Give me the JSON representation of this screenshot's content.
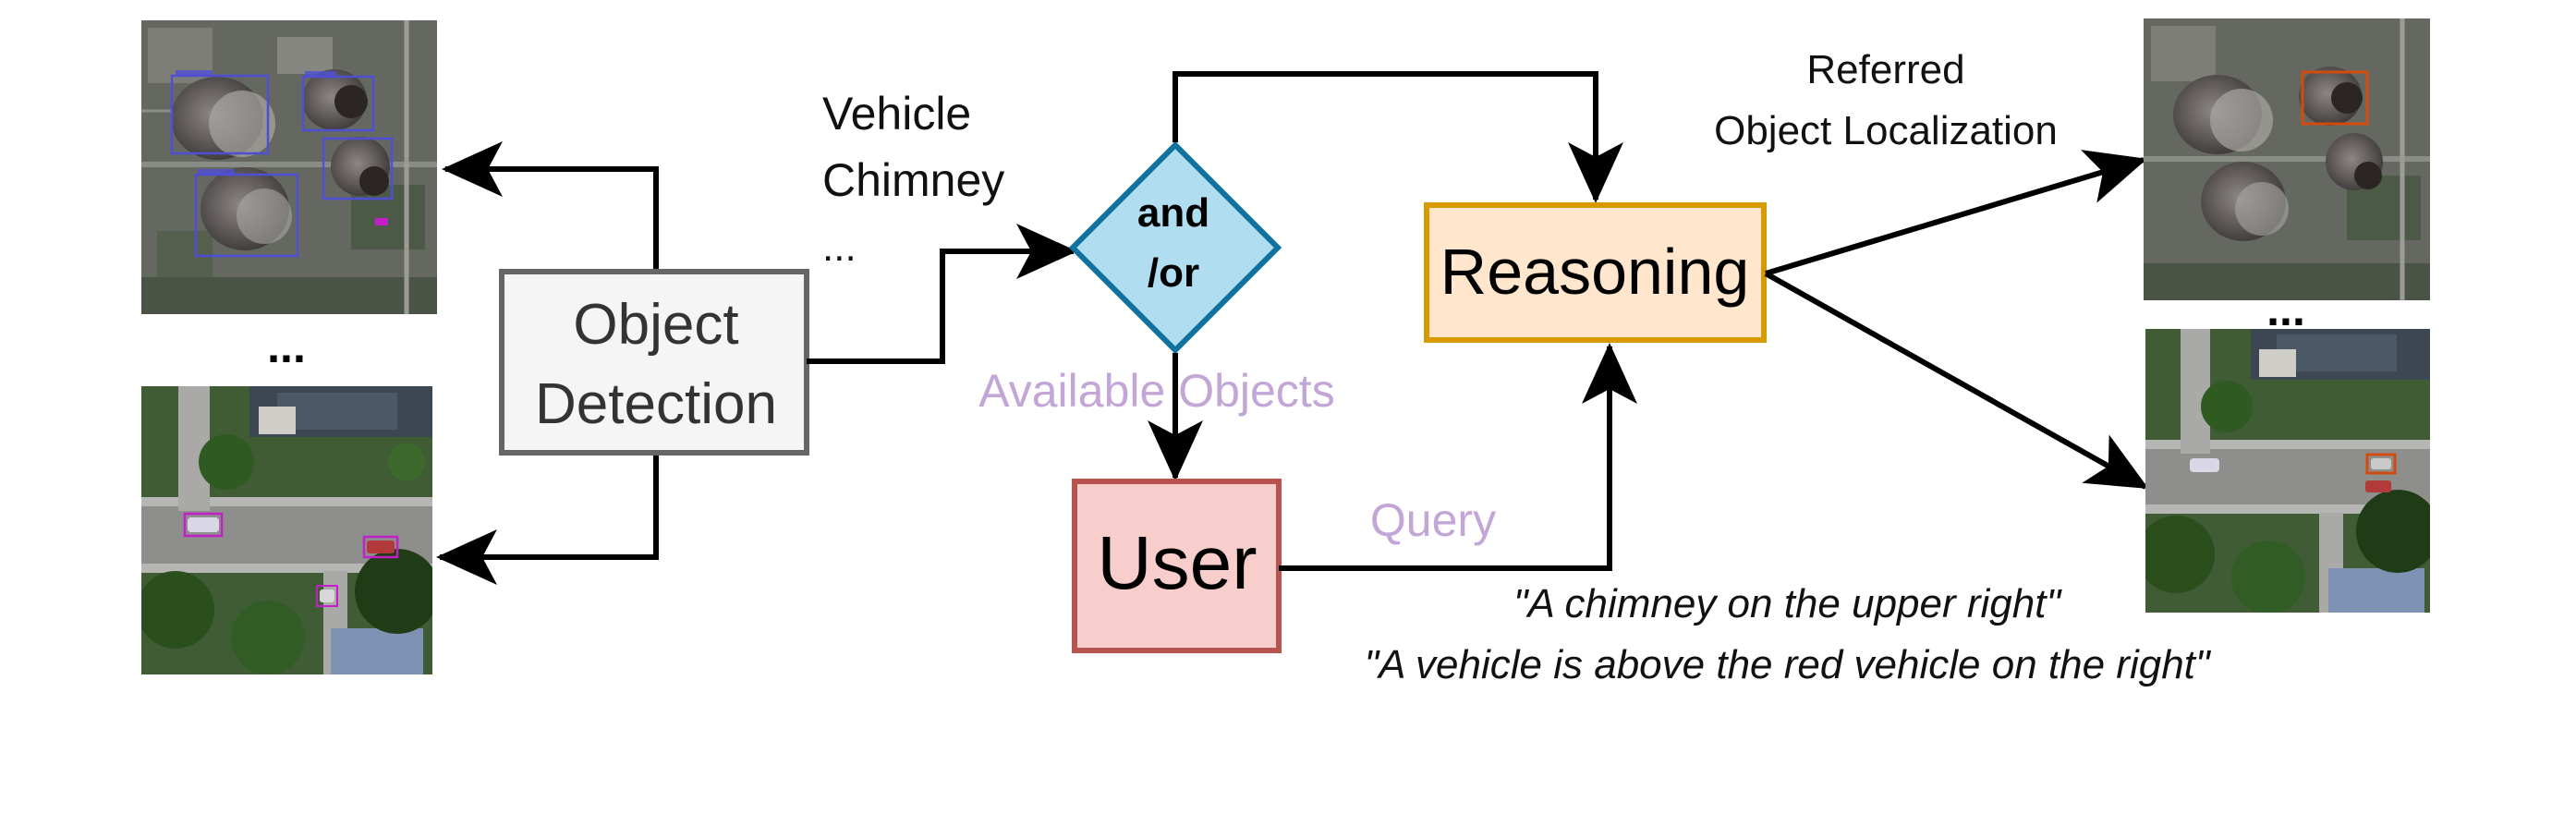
{
  "left_panel": {
    "ellipsis": "..."
  },
  "object_detection": {
    "label_line1": "Object",
    "label_line2": "Detection"
  },
  "object_list": {
    "line1": "Vehicle",
    "line2": "Chimney",
    "line3": "..."
  },
  "decision": {
    "line1": "and",
    "line2": "/or"
  },
  "available_objects_label": "Available Objects",
  "user": {
    "label": "User"
  },
  "query_label": "Query",
  "reasoning": {
    "label": "Reasoning"
  },
  "referred": {
    "line1": "Referred",
    "line2": "Object Localization"
  },
  "examples": {
    "chimney": "\"A chimney on the upper right\"",
    "vehicle": "\"A vehicle is above the red vehicle on the right\""
  },
  "right_panel": {
    "ellipsis": "..."
  },
  "colors": {
    "object_detection_fill": "#f5f5f5",
    "object_detection_stroke": "#666666",
    "decision_fill": "#b1ddf0",
    "decision_stroke": "#10739e",
    "user_fill": "#f8cecc",
    "user_stroke": "#b85450",
    "reasoning_fill": "#ffe6cc",
    "reasoning_stroke": "#d79b00",
    "lavender_text": "#c3a6d8",
    "bbox_blue": "#4f4fd6",
    "bbox_magenta": "#c21fc8",
    "bbox_orange": "#d14b0f"
  }
}
